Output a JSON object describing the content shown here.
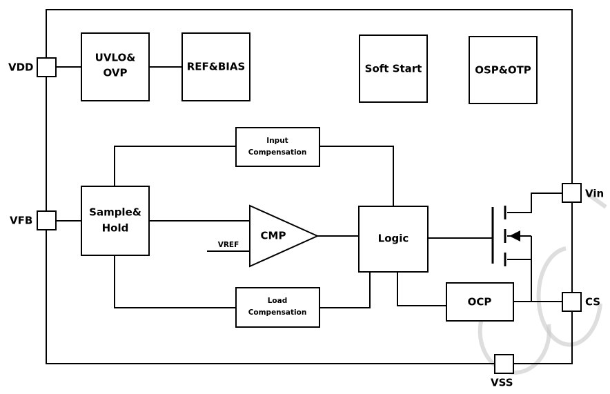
{
  "pins": {
    "vdd": "VDD",
    "vfb": "VFB",
    "vin": "Vin",
    "cs": "CS",
    "vss": "VSS"
  },
  "blocks": {
    "uvlo_line1": "UVLO&",
    "uvlo_line2": "OVP",
    "ref_bias": "REF&BIAS",
    "soft_start": "Soft Start",
    "osp_otp": "OSP&OTP",
    "input_comp_line1": "Input",
    "input_comp_line2": "Compensation",
    "sample_hold_line1": "Sample&",
    "sample_hold_line2": "Hold",
    "cmp": "CMP",
    "vref": "VREF",
    "logic": "Logic",
    "load_comp_line1": "Load",
    "load_comp_line2": "Compensation",
    "ocp": "OCP"
  }
}
